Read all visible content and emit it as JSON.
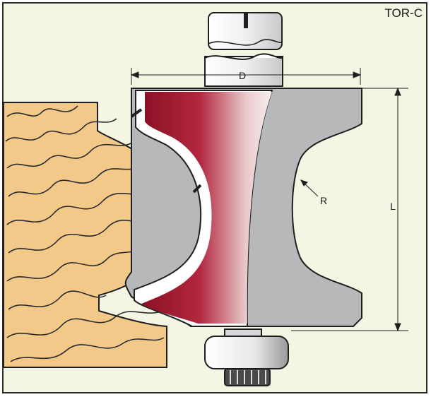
{
  "model": "TOR-C",
  "dimensions": {
    "diameter": "D",
    "length": "L",
    "radius": "R"
  },
  "colors": {
    "background": "#f4f5e3",
    "wood": "#f3c98a",
    "wood_grain": "#2b2b2b",
    "cutter_body": "#b7b8ba",
    "blade_red": "#8e1528",
    "shank": "#ffffff",
    "outline": "#1f1f1f"
  }
}
